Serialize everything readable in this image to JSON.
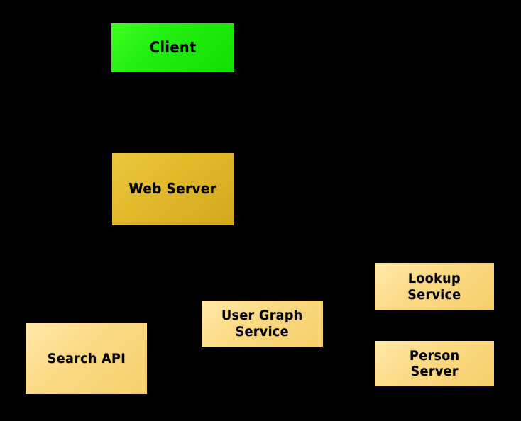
{
  "diagram": {
    "background_color": "#000000",
    "title": "",
    "nodes": [
      {
        "id": "client",
        "label": "Client",
        "fill_color": "#22ee11",
        "text_color": "#000000",
        "shape": "rectangle"
      },
      {
        "id": "web-server",
        "label": "Web Server",
        "fill_color": "#e2ba2c",
        "text_color": "#000000",
        "shape": "rectangle"
      },
      {
        "id": "user-graph-service",
        "label": "User Graph\nService",
        "fill_color": "#fbda86",
        "text_color": "#000000",
        "shape": "rectangle"
      },
      {
        "id": "search-api",
        "label": "Search API",
        "fill_color": "#fbda86",
        "text_color": "#000000",
        "shape": "rectangle"
      },
      {
        "id": "lookup-service",
        "label": "Lookup\nService",
        "fill_color": "#fbda86",
        "text_color": "#000000",
        "shape": "rectangle"
      },
      {
        "id": "person-server",
        "label": "Person\nServer",
        "fill_color": "#fbda86",
        "text_color": "#000000",
        "shape": "rectangle"
      }
    ],
    "edges": []
  }
}
